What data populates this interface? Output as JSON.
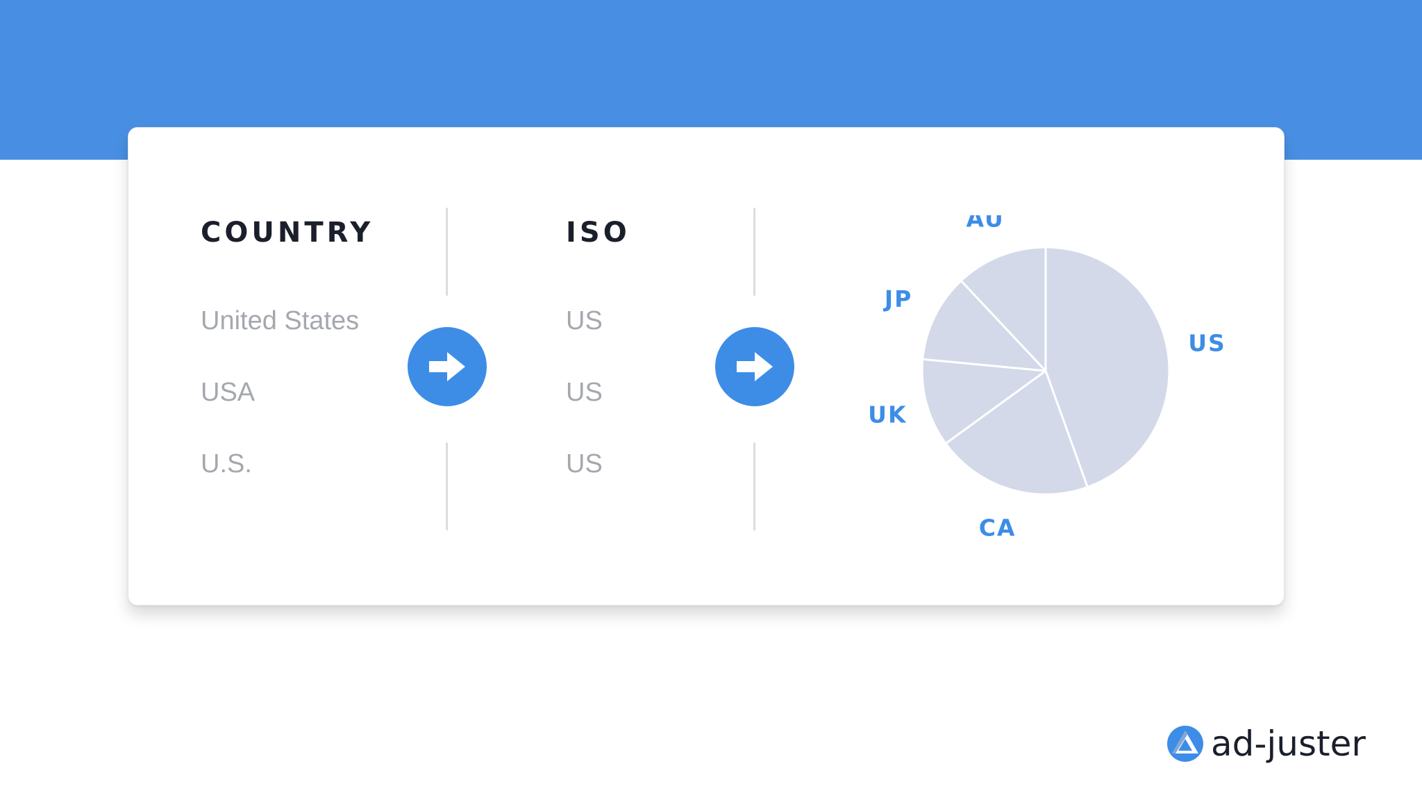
{
  "colors": {
    "band": "#488fe3",
    "accent": "#3d8de7",
    "header_text": "#1a1f2b",
    "cell_text": "#a4a8ae",
    "pie_fill": "#d3d9e9",
    "pie_label": "#3d8de7"
  },
  "columns": {
    "country": {
      "header": "COUNTRY",
      "values": [
        "United States",
        "USA",
        "U.S."
      ]
    },
    "iso": {
      "header": "ISO",
      "values": [
        "US",
        "US",
        "US"
      ]
    }
  },
  "arrows": [
    {
      "icon": "arrow-right-icon"
    },
    {
      "icon": "arrow-right-icon"
    }
  ],
  "chart_data": {
    "type": "pie",
    "categories": [
      "US",
      "CA",
      "UK",
      "JP",
      "AU"
    ],
    "values": [
      44.5,
      20.5,
      11.5,
      11.5,
      12.0
    ],
    "title": "",
    "legend": "none"
  },
  "logo": {
    "text": "ad-juster",
    "icon": "ad-juster-logo-icon"
  }
}
